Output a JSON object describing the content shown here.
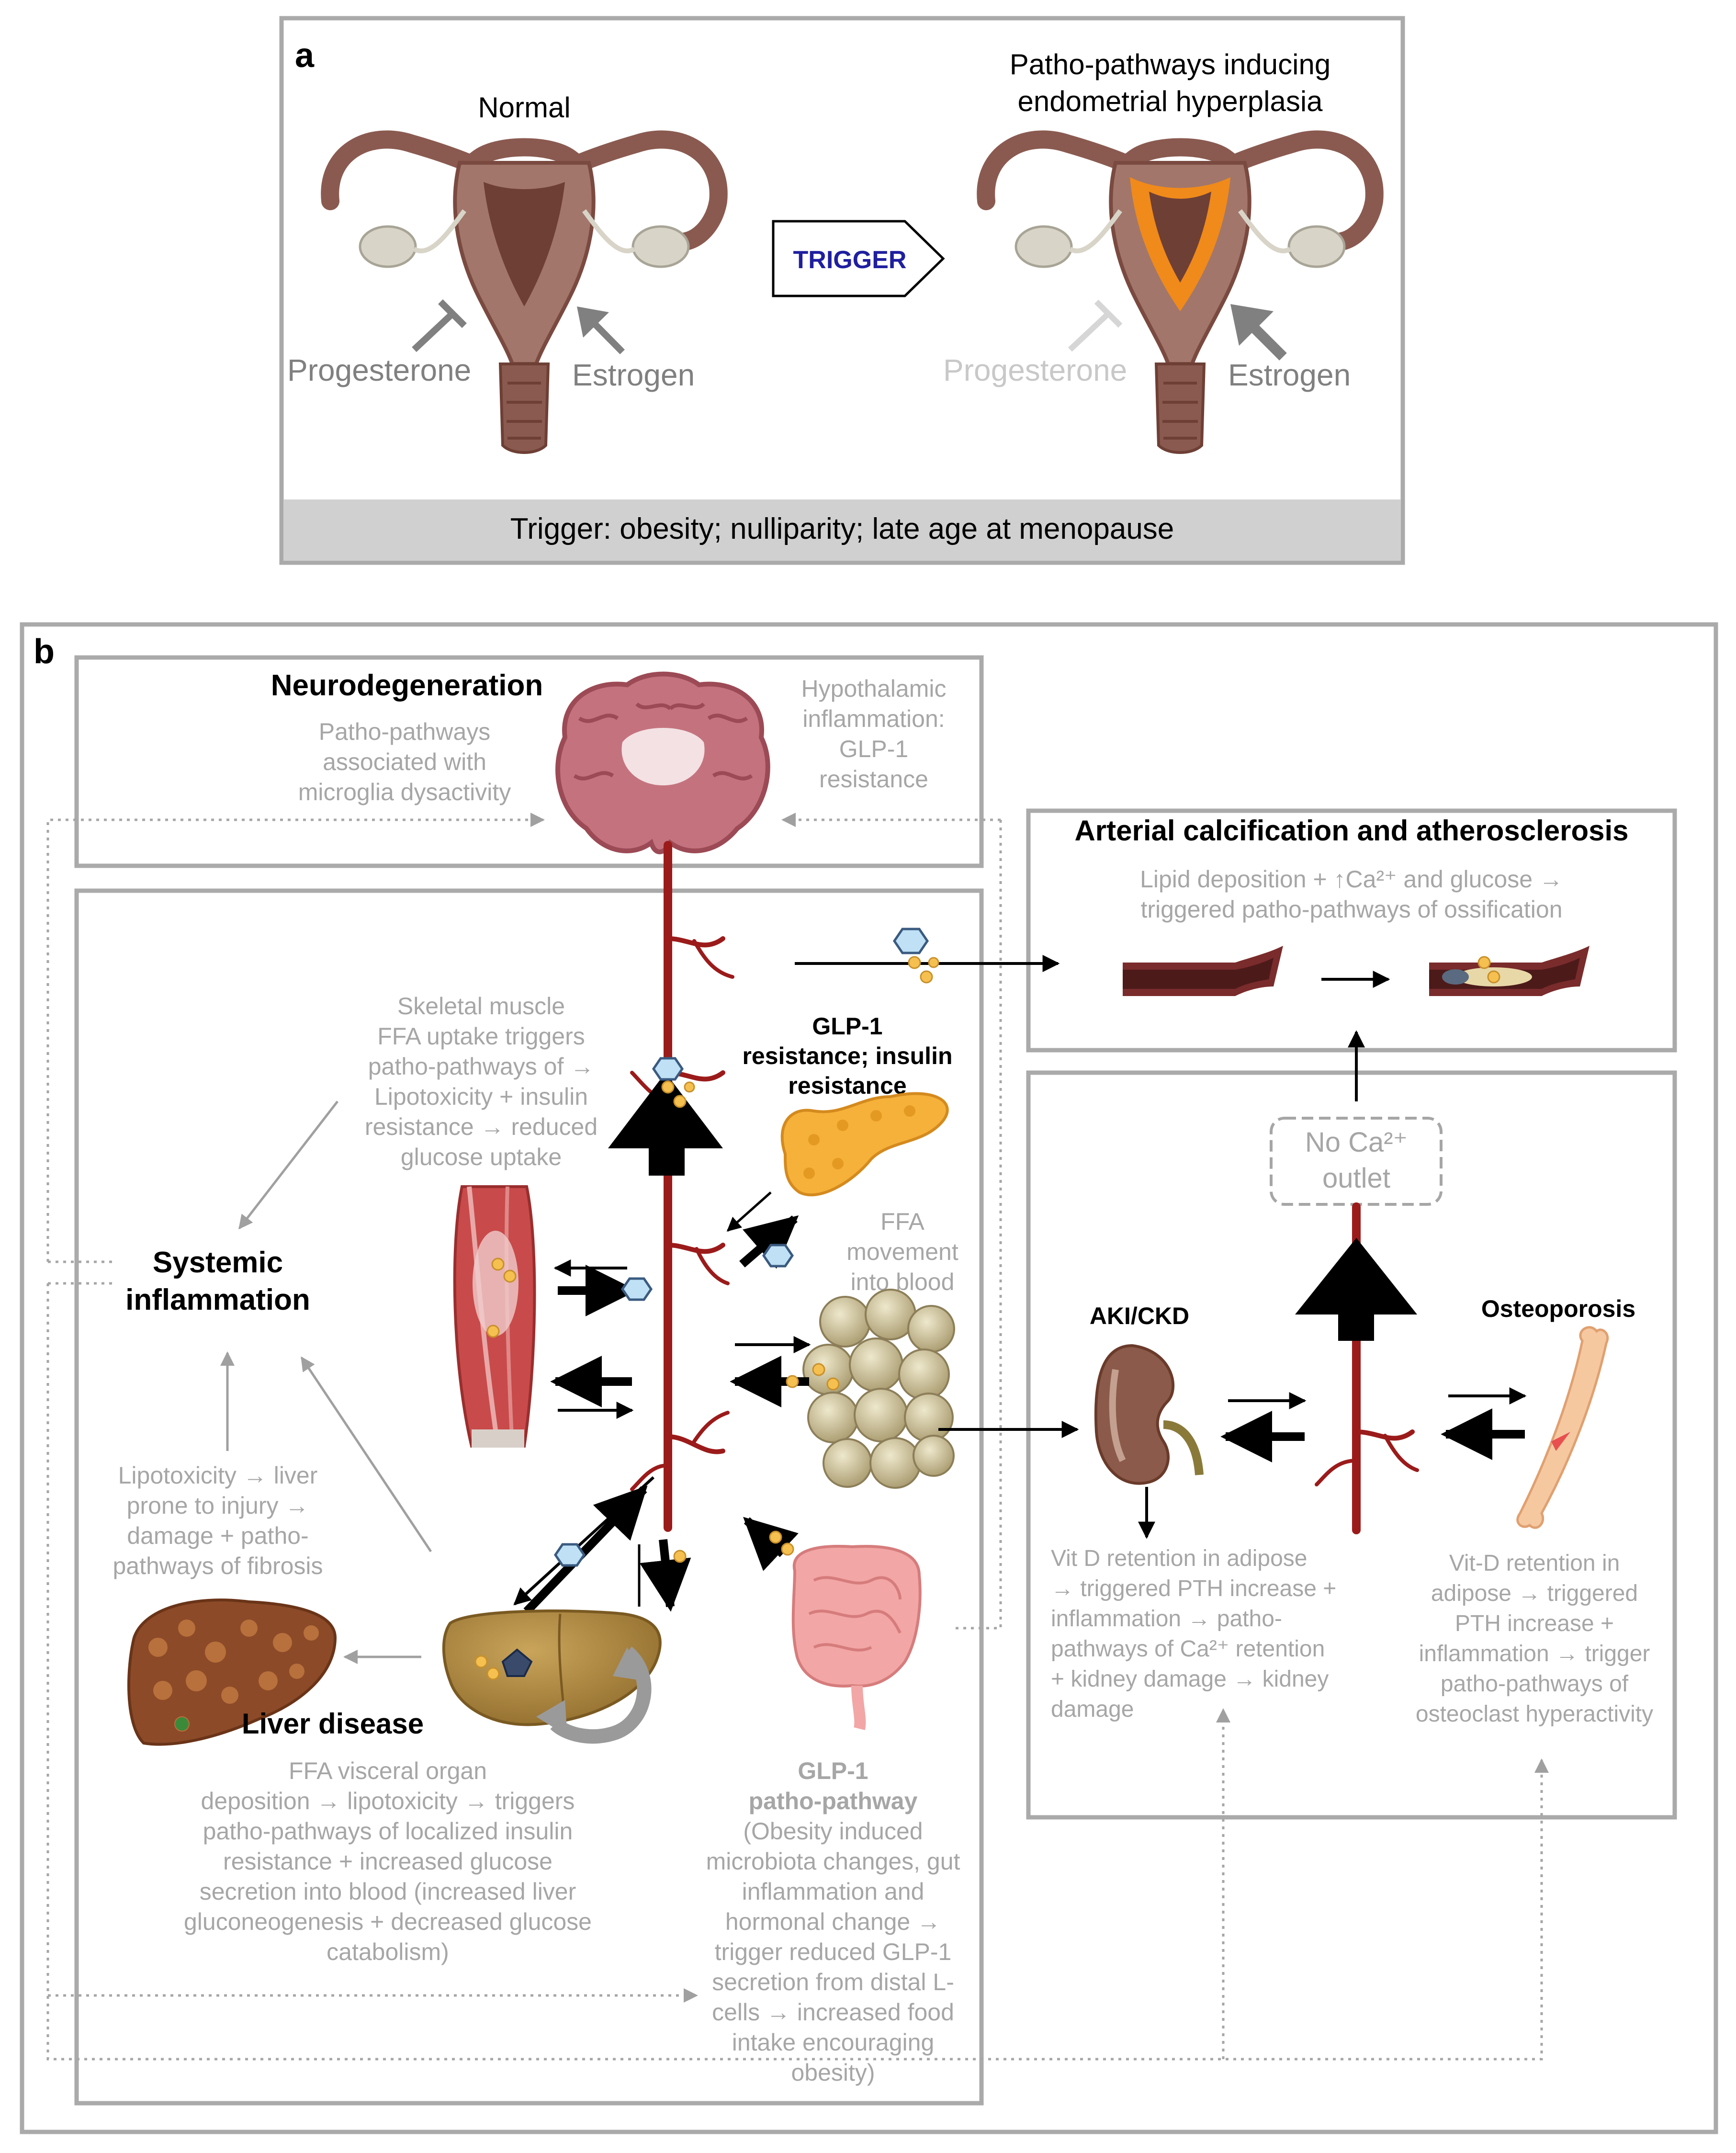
{
  "panel_a": {
    "letter": "a",
    "normal_label": "Normal",
    "patho_label_line1": "Patho-pathways inducing",
    "patho_label_line2": "endometrial hyperplasia",
    "trigger_arrow_label": "TRIGGER",
    "normal_progesterone": "Progesterone",
    "normal_estrogen": "Estrogen",
    "patho_progesterone": "Progesterone",
    "patho_estrogen": "Estrogen",
    "trigger_bar": "Trigger: obesity; nulliparity; late age at menopause"
  },
  "panel_b": {
    "letter": "b",
    "neurodegeneration": {
      "title": "Neurodegeneration",
      "microglia_lines": [
        "Patho-pathways",
        "associated with",
        "microglia dysactivity"
      ],
      "hypothalamic_lines": [
        "Hypothalamic",
        "inflammation:",
        "GLP-1",
        "resistance"
      ]
    },
    "arterial": {
      "title": "Arterial calcification and atherosclerosis",
      "line1": "Lipid deposition + ↑Ca²⁺ and glucose →",
      "line2": "triggered patho-pathways  of ossification"
    },
    "skeletal_muscle_lines": [
      "Skeletal muscle",
      "FFA uptake triggers",
      "patho-pathways  of →",
      "Lipotoxicity + insulin",
      "resistance → reduced",
      "glucose uptake"
    ],
    "glp1_resistance_lines": [
      "GLP-1",
      "resistance; insulin",
      "resistance"
    ],
    "ffa_movement_lines": [
      "FFA",
      "movement",
      "into blood"
    ],
    "systemic_inflammation_lines": [
      "Systemic",
      "inflammation"
    ],
    "lipotoxicity_lines": [
      "Lipotoxicity → liver",
      "prone to injury →",
      "damage + patho-",
      "pathways  of fibrosis"
    ],
    "liver_disease_title": "Liver disease",
    "liver_text_lines": [
      "FFA visceral organ",
      "deposition → lipotoxicity → triggers",
      "patho-pathways  of localized insulin",
      "resistance + increased glucose",
      "secretion into blood (increased liver",
      "gluconeogenesis  + decreased glucose",
      "catabolism)"
    ],
    "glp1_pathway_lines": [
      "GLP-1",
      "patho-pathway",
      "(Obesity induced",
      "microbiota changes, gut",
      "inflammation and",
      "hormonal change →",
      "trigger reduced GLP-1",
      "secretion from distal L-",
      "cells → increased food",
      "intake encouraging",
      "obesity)"
    ],
    "no_ca_lines": [
      "No Ca²⁺",
      "outlet"
    ],
    "aki_ckd_title": "AKI/CKD",
    "osteoporosis_title": "Osteoporosis",
    "aki_text_lines": [
      "Vit D retention in adipose",
      "→ triggered PTH increase +",
      "inflammation  → patho-",
      "pathways  of Ca²⁺ retention",
      "+ kidney damage  → kidney",
      "damage"
    ],
    "osteo_text_lines": [
      "Vit-D retention  in",
      "adipose → triggered",
      "PTH increase +",
      "inflammation  → trigger",
      "patho-pathways  of",
      "osteoclast hyperactivity"
    ]
  },
  "colors": {
    "frame_gray": "#aaaaaa",
    "text_gray": "#a6a6a6",
    "vessel_red": "#9b1b1b",
    "uterus_brown": "#8a5a50",
    "hyperplasia_orange": "#f08a1a",
    "trigger_blue": "#1f1f9f"
  }
}
